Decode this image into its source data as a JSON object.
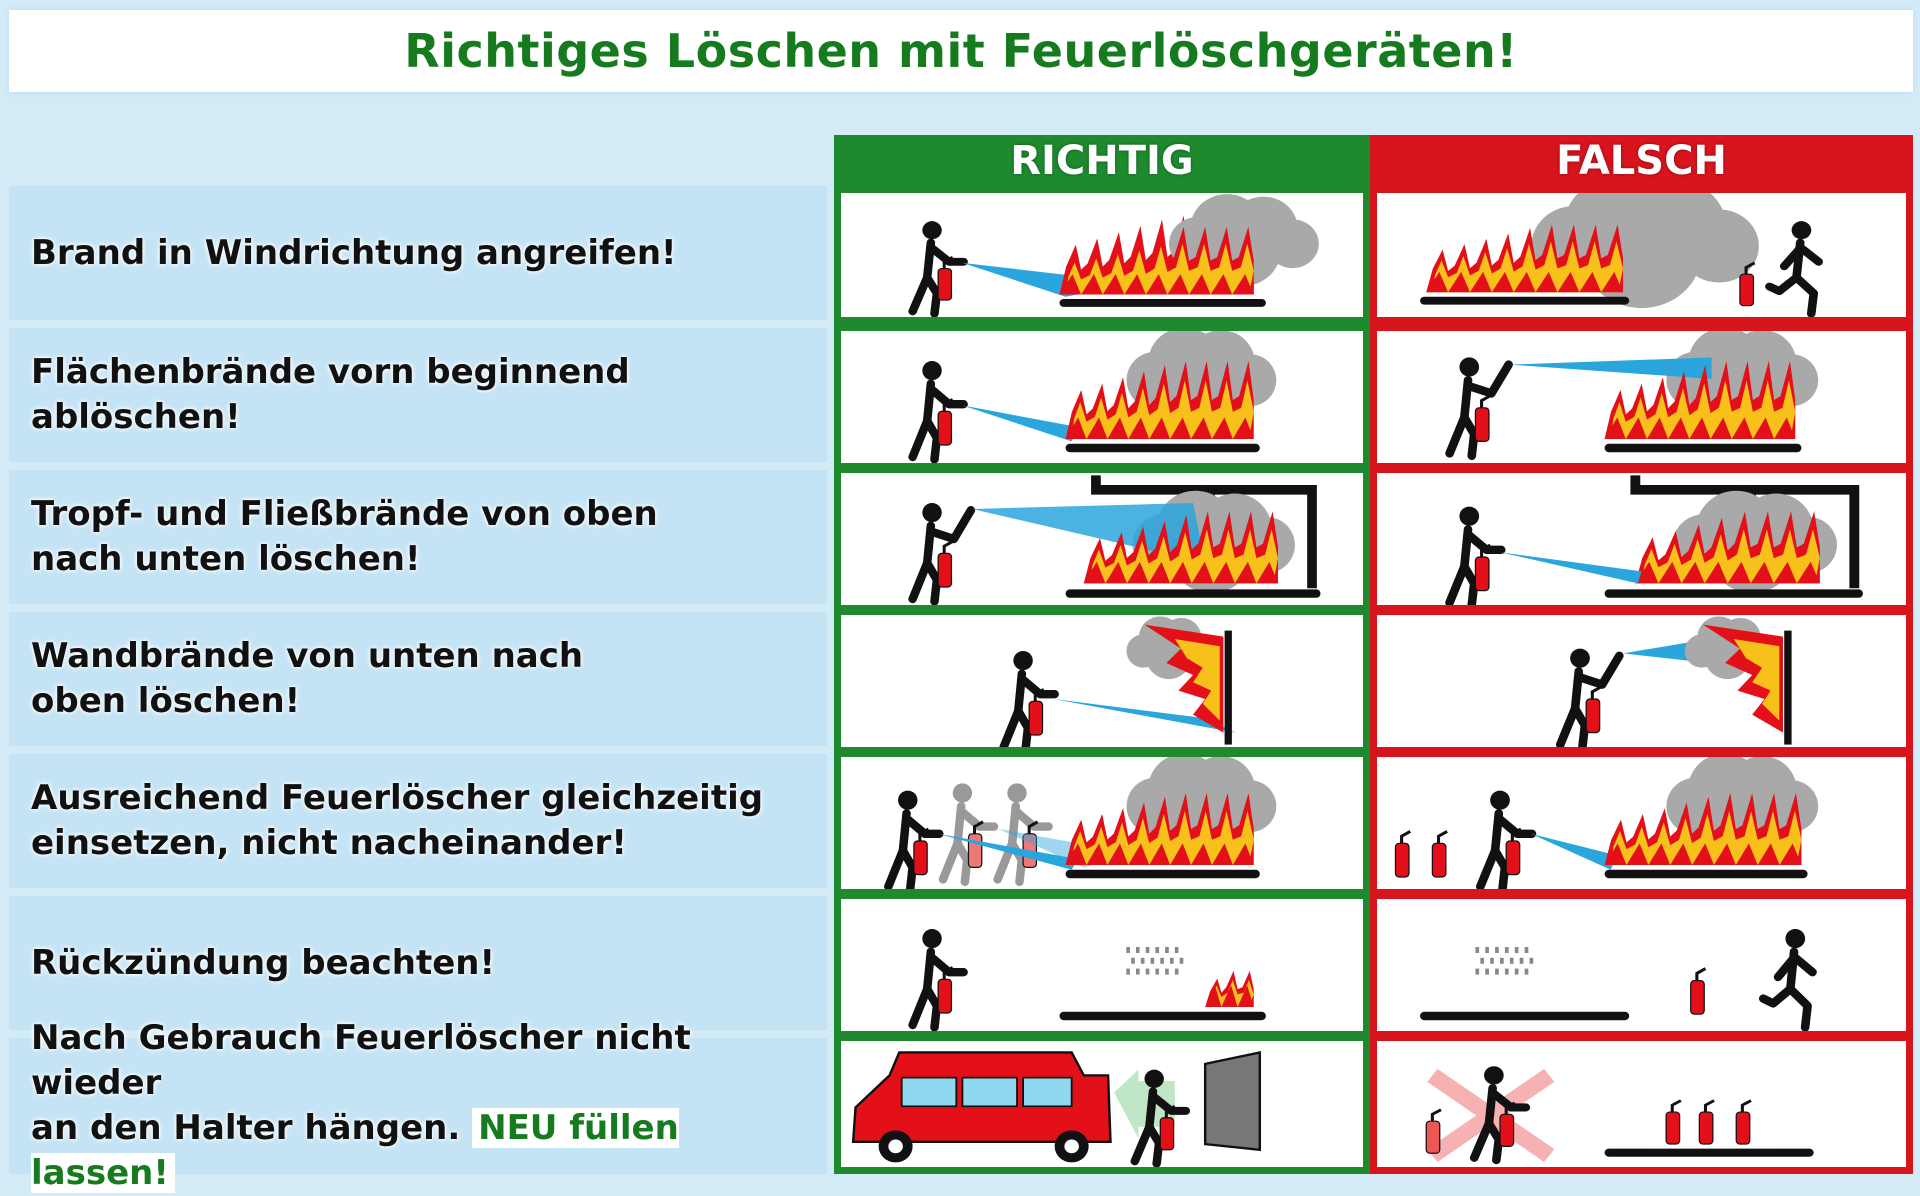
{
  "title": "Richtiges Löschen mit Feuerlöschgeräten!",
  "columns": {
    "correct": "RICHTIG",
    "wrong": "FALSCH"
  },
  "colors": {
    "title": "#167a1e",
    "correct": "#1e8a2e",
    "wrong": "#d8141c",
    "background": "#d3ebf7",
    "flame_red": "#e3101a",
    "flame_yellow": "#f7c01b",
    "spray": "#2aa6dd",
    "smoke": "#a9a9a9"
  },
  "rows": [
    {
      "text": "Brand in Windrichtung angreifen!",
      "icons": [
        "person-icon",
        "extinguisher-icon",
        "flame-icon",
        "smoke-icon"
      ]
    },
    {
      "text": "Flächenbrände vorn beginnend ablöschen!",
      "icons": [
        "person-icon",
        "extinguisher-icon",
        "flame-icon",
        "smoke-icon"
      ]
    },
    {
      "text_line1": "Tropf- und Fließbrände von oben",
      "text_line2": "nach unten löschen!",
      "icons": [
        "person-icon",
        "pipe-icon",
        "flame-icon",
        "smoke-icon"
      ]
    },
    {
      "text_line1": "Wandbrände von unten nach",
      "text_line2": "oben löschen!",
      "icons": [
        "person-icon",
        "wall-icon",
        "flame-icon",
        "smoke-icon"
      ]
    },
    {
      "text_line1": "Ausreichend Feuerlöscher gleichzeitig",
      "text_line2": "einsetzen, nicht nacheinander!",
      "icons": [
        "person-icon",
        "extinguisher-icon",
        "flame-icon",
        "smoke-icon"
      ]
    },
    {
      "text": "Rückzündung beachten!",
      "icons": [
        "person-icon",
        "embers-icon",
        "flame-icon"
      ]
    },
    {
      "text_line1": "Nach Gebrauch Feuerlöscher nicht wieder",
      "text_line2_a": "an den Halter hängen.",
      "text_line2_b": "NEU füllen lassen!",
      "icons": [
        "van-icon",
        "person-icon",
        "door-icon",
        "extinguisher-icon",
        "cross-icon"
      ]
    }
  ]
}
